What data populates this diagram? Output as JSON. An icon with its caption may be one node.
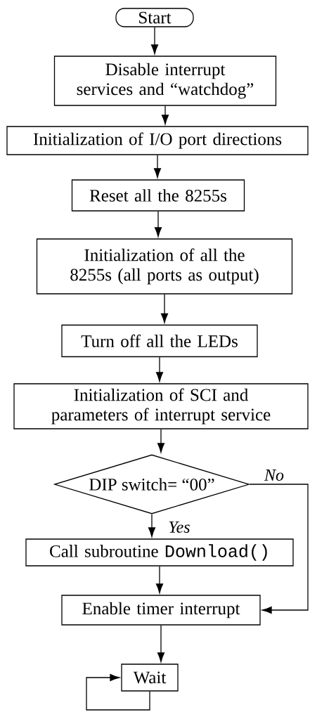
{
  "diagram": {
    "nodes": [
      {
        "text": [
          "Start"
        ]
      },
      {
        "text": [
          "Disable interrupt services and “watchdog”"
        ]
      },
      {
        "text": [
          "Initialization of I/O port directions"
        ]
      },
      {
        "text": [
          "Reset all the 8255s"
        ]
      },
      {
        "text": [
          "Initialization of all the 8255s (all ports as output)"
        ]
      },
      {
        "text": [
          "Turn off all the LEDs"
        ]
      },
      {
        "text": [
          "Initialization of SCI and parameters of interrupt service"
        ]
      },
      {
        "text": [
          "DIP switch= “00”"
        ]
      },
      {
        "text": [
          "Call subroutine",
          "Download()"
        ]
      },
      {
        "text": [
          "Enable timer interrupt"
        ]
      },
      {
        "text": [
          "Wait"
        ]
      }
    ],
    "edges": [
      {
        "from": 0,
        "to": 1,
        "arrow": "to"
      },
      {
        "from": 1,
        "to": 2,
        "arrow": "to"
      },
      {
        "from": 2,
        "to": 3,
        "arrow": "to"
      },
      {
        "from": 3,
        "to": 4,
        "arrow": "to"
      },
      {
        "from": 4,
        "to": 5,
        "arrow": "to"
      },
      {
        "from": 5,
        "to": 6,
        "arrow": "to"
      },
      {
        "from": 6,
        "to": 7,
        "arrow": "to"
      },
      {
        "from": 7,
        "to": 8,
        "arrow": "to",
        "label": "Yes"
      },
      {
        "from": 7,
        "to": 9,
        "arrow": "to",
        "label": "No"
      },
      {
        "from": 8,
        "to": 9,
        "arrow": "to"
      },
      {
        "from": 9,
        "to": 10,
        "arrow": "to"
      },
      {
        "from": 10,
        "to": 10,
        "arrow": "to"
      }
    ]
  }
}
